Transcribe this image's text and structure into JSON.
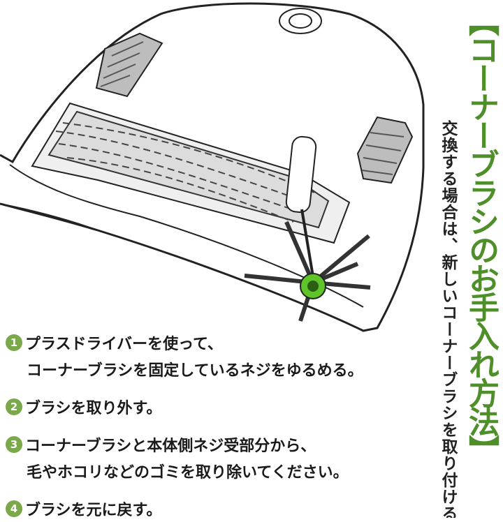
{
  "title": "【コーナーブラシのお手入れ方法】",
  "subtitle": "交換する場合は、新しいコーナーブラシを取り付ける。",
  "steps": [
    {
      "num": "1",
      "lines": [
        "プラスドライバーを使って、",
        "コーナーブラシを固定しているネジをゆるめる。"
      ]
    },
    {
      "num": "2",
      "lines": [
        "ブラシを取り外す。"
      ]
    },
    {
      "num": "3",
      "lines": [
        "コーナーブラシと本体側ネジ受部分から、",
        "毛やホコリなどのゴミを取り除いてください。"
      ]
    },
    {
      "num": "4",
      "lines": [
        "ブラシを元に戻す。"
      ]
    }
  ],
  "colors": {
    "accent_green": "#4f8f2a",
    "badge_green": "#7aa84a",
    "brush_hub": "#5fc42a"
  },
  "icons": [
    "robot-vacuum-underside-drawing",
    "screwdriver-drawing",
    "corner-brush-drawing"
  ]
}
